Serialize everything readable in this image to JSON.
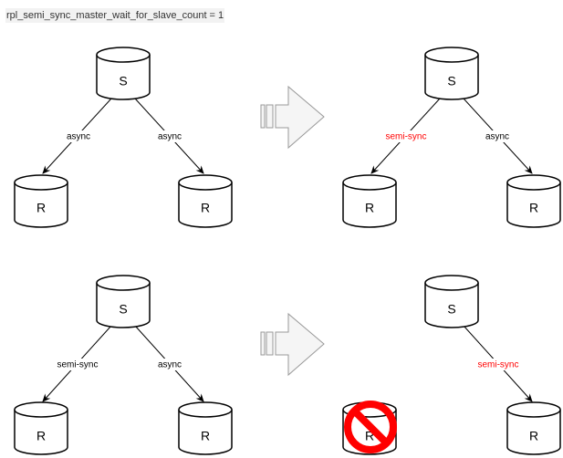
{
  "caption": "rpl_semi_sync_master_wait_for_slave_count = 1",
  "colors": {
    "stroke": "#000000",
    "semi_sync_highlight": "#ff0000",
    "async_label": "#000000",
    "arrow_fill": "#f5f5f5",
    "arrow_stroke": "#999999",
    "prohibit_red": "#ff0000"
  },
  "master_label": "S",
  "replica_label": "R",
  "link_labels": {
    "async": "async",
    "semi_sync": "semi-sync"
  },
  "rows": [
    {
      "before": {
        "left_link": "async",
        "right_link": "async"
      },
      "after": {
        "left_link": "semi-sync",
        "right_link": "async",
        "highlight": "left"
      }
    },
    {
      "before": {
        "left_link": "semi-sync",
        "right_link": "async"
      },
      "after": {
        "left_link": "failed",
        "right_link": "semi-sync",
        "highlight": "right"
      }
    }
  ],
  "icons": [
    "transition-arrow-icon",
    "prohibited-icon"
  ]
}
